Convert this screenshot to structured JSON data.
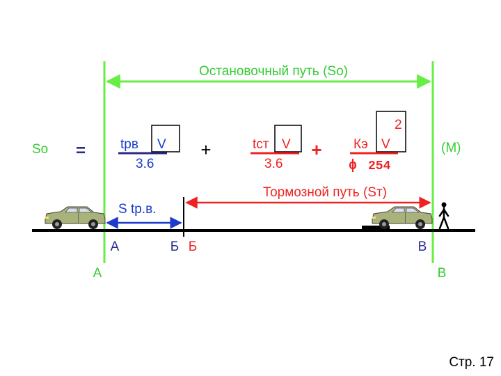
{
  "title": "Остановочный путь (So)",
  "formula": {
    "lhs": "So",
    "equals": "=",
    "term1": {
      "num_a": "tрв",
      "num_b": "V",
      "den": "3.6"
    },
    "plus1": "+",
    "term2": {
      "num_a": "tст",
      "num_b": "V",
      "den": "3.6"
    },
    "plus2": "+",
    "term3": {
      "num_a": "Кэ",
      "num_b": "V",
      "exponent": "2",
      "den_a": "ϕ",
      "den_b": "254"
    },
    "suffix": "(M)"
  },
  "braking_label": "Тормозной путь (Sт)",
  "reaction_label": "S tр.в.",
  "road_points": {
    "a": "А",
    "b1": "Б",
    "b2": "Б",
    "v": "В"
  },
  "bottom_points": {
    "a": "А",
    "v": "В"
  },
  "page_number": "Стр. 17",
  "colors": {
    "green": "#66ee44",
    "label_green": "#33cc33",
    "red": "#ee2222",
    "blue": "#1a3bcc",
    "navy": "#2a2a88",
    "car": "#a9b27a"
  },
  "icons": [
    "car-icon",
    "pedestrian-icon"
  ]
}
